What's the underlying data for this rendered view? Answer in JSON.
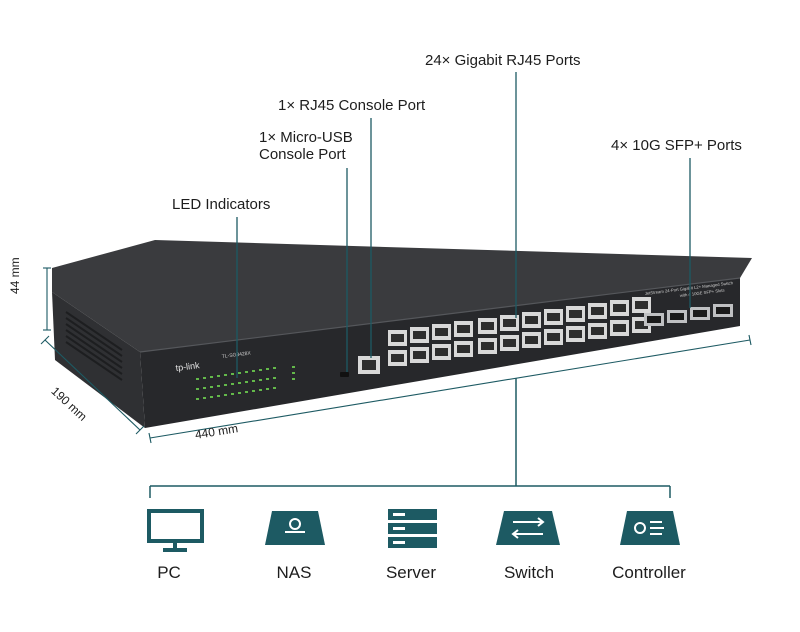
{
  "callouts": {
    "led_indicators": "LED Indicators",
    "micro_usb_line1": "1× Micro-USB",
    "micro_usb_line2": "Console Port",
    "rj45_console": "1× RJ45 Console Port",
    "gigabit_ports": "24× Gigabit RJ45 Ports",
    "sfp_ports": "4× 10G SFP+ Ports"
  },
  "dimensions": {
    "height": "44 mm",
    "depth": "190 mm",
    "width": "440 mm"
  },
  "panel_text": {
    "brand": "tp-link",
    "model": "TL-SG3428X",
    "description_line1": "JetStream 24-Port Gigabit L2+ Managed Switch",
    "description_line2": "with 4 10GE SFP+ Slots"
  },
  "devices": [
    {
      "label": "PC",
      "icon": "monitor-icon"
    },
    {
      "label": "NAS",
      "icon": "nas-icon"
    },
    {
      "label": "Server",
      "icon": "server-icon"
    },
    {
      "label": "Switch",
      "icon": "switch-icon"
    },
    {
      "label": "Controller",
      "icon": "controller-icon"
    }
  ],
  "colors": {
    "accent": "#1d5a63",
    "chassis_top": "#3c3d40",
    "chassis_front": "#2a2b2e",
    "port": "#d8d8d8",
    "led": "#63b84a"
  }
}
